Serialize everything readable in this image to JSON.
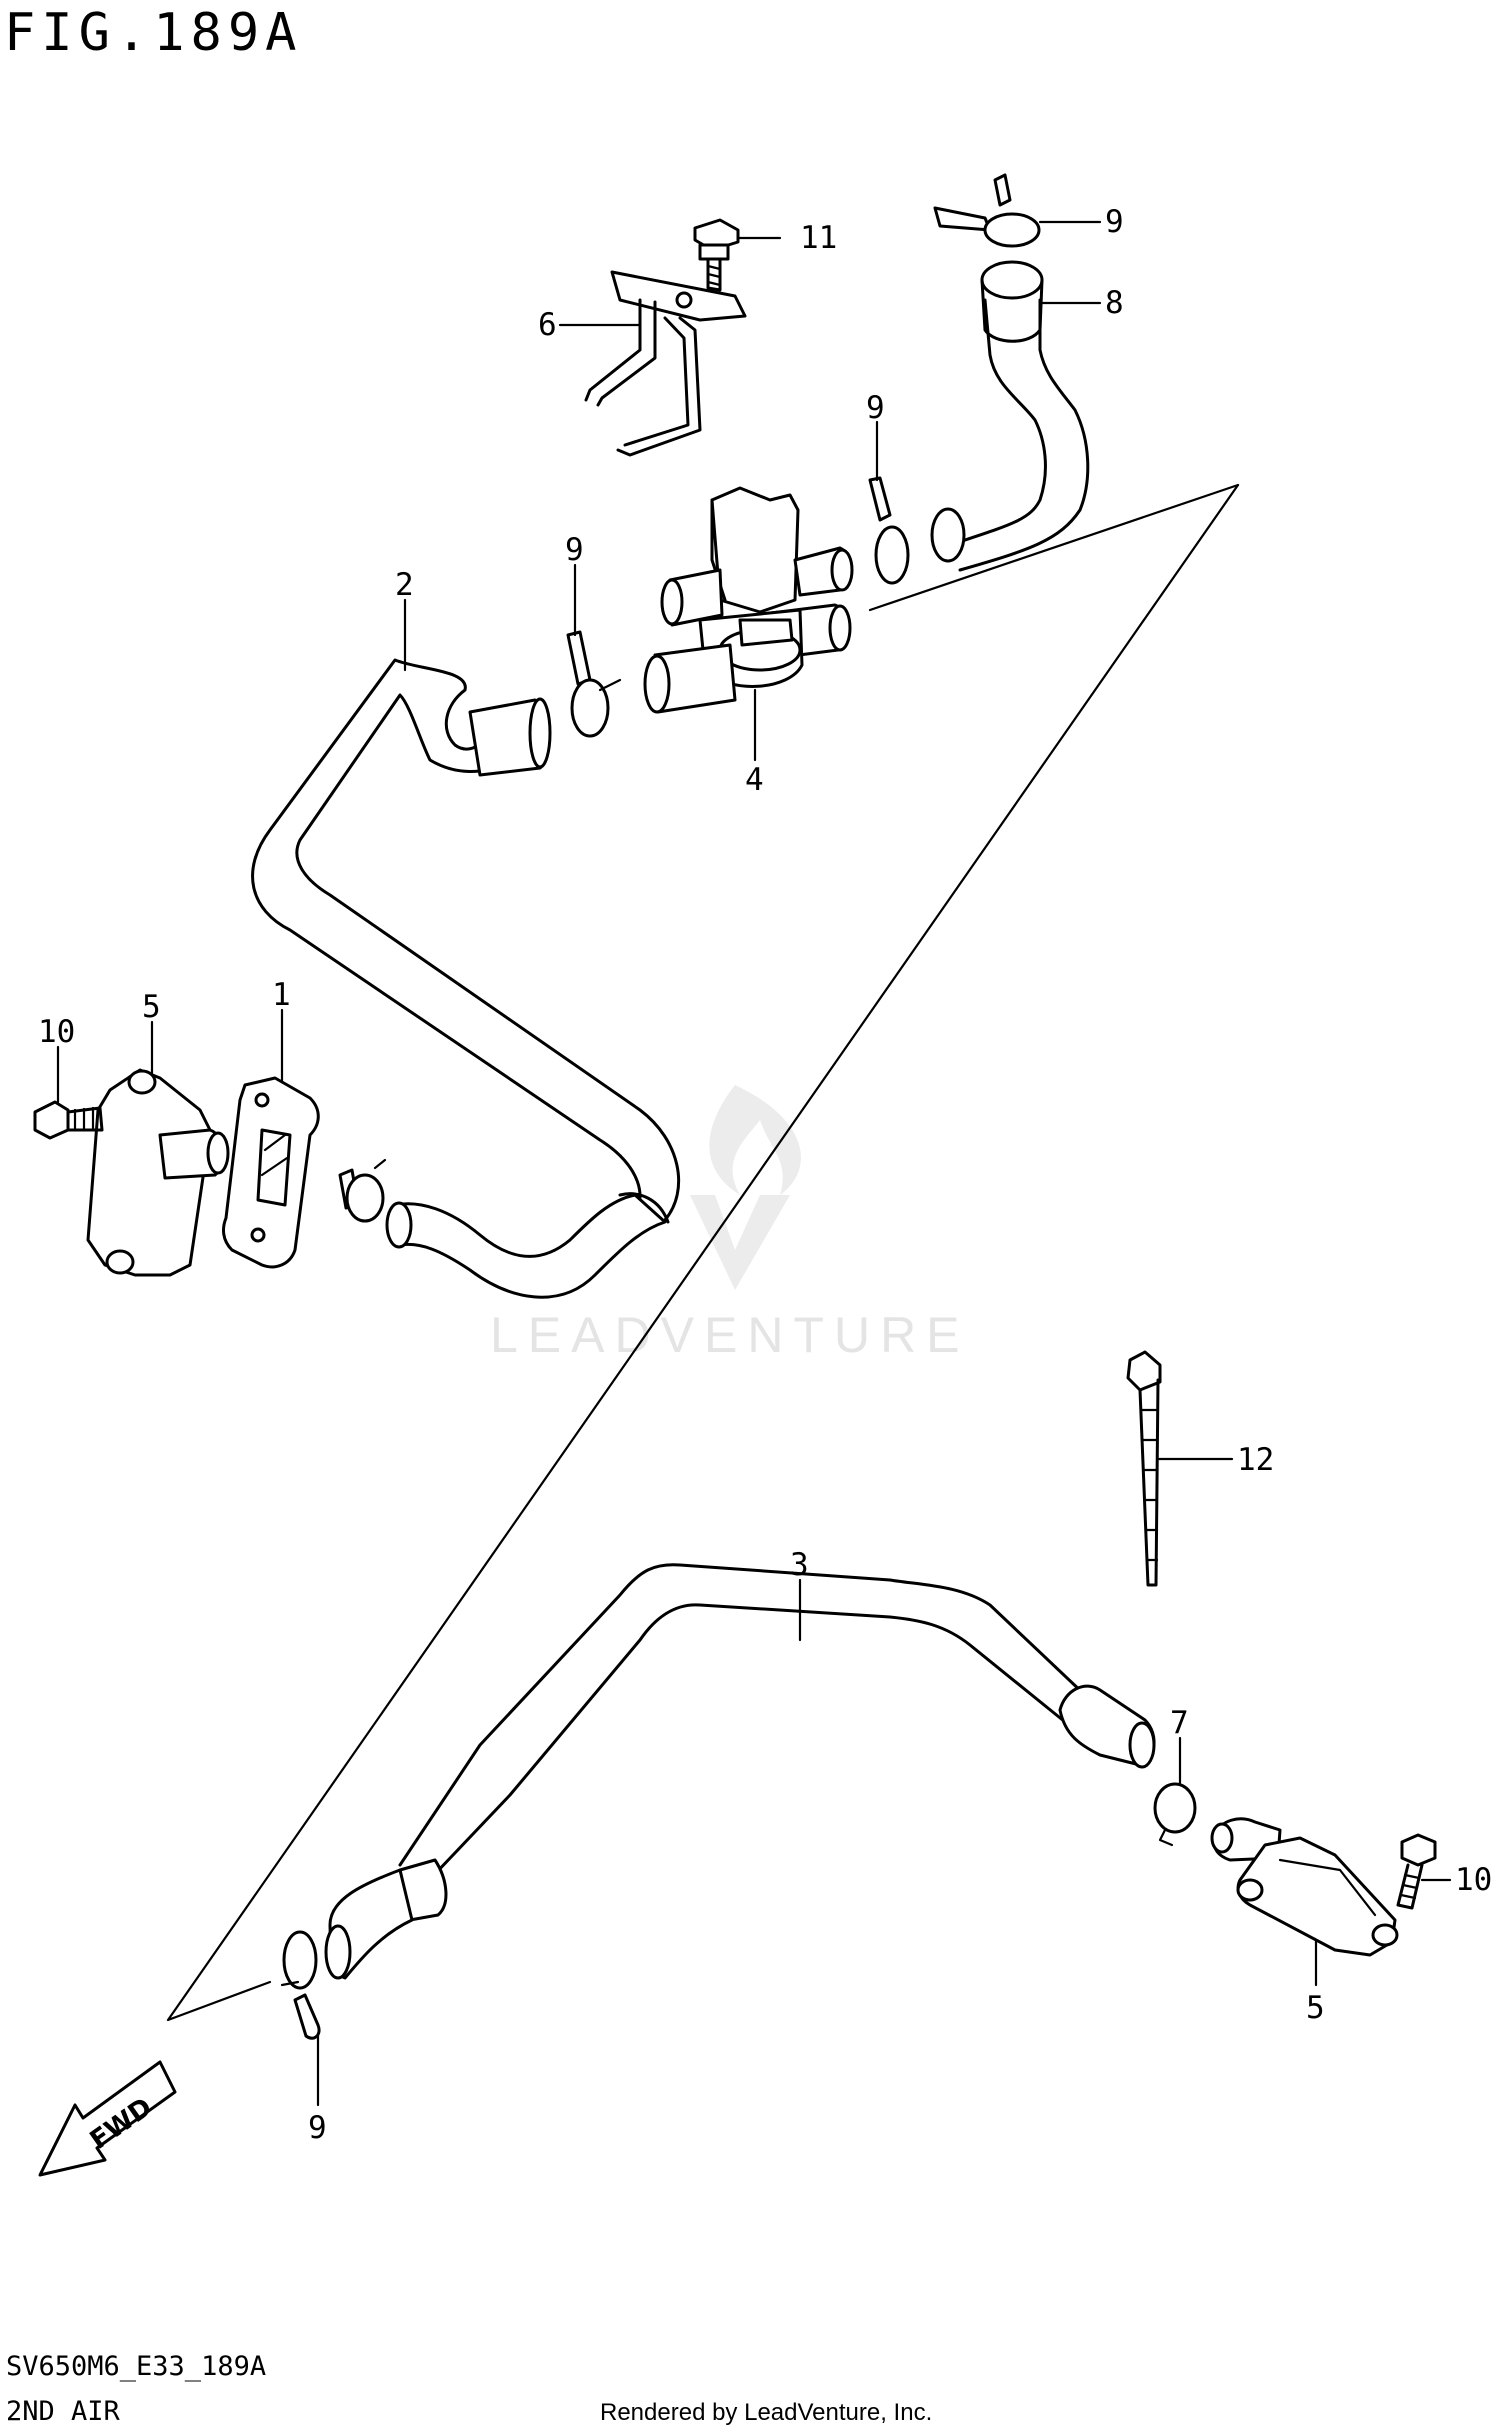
{
  "figure": {
    "title": "FIG.189A",
    "model_code": "SV650M6_E33_189A",
    "section_name": "2ND AIR",
    "rendered_by": "Rendered by LeadVenture, Inc.",
    "watermark": "LEADVENTURE",
    "direction_label": "FWD"
  },
  "callouts": [
    {
      "id": "c1",
      "label": "1"
    },
    {
      "id": "c2",
      "label": "2"
    },
    {
      "id": "c3",
      "label": "3"
    },
    {
      "id": "c4",
      "label": "4"
    },
    {
      "id": "c5a",
      "label": "5"
    },
    {
      "id": "c5b",
      "label": "5"
    },
    {
      "id": "c6",
      "label": "6"
    },
    {
      "id": "c7",
      "label": "7"
    },
    {
      "id": "c8",
      "label": "8"
    },
    {
      "id": "c9a",
      "label": "9"
    },
    {
      "id": "c9b",
      "label": "9"
    },
    {
      "id": "c9c",
      "label": "9"
    },
    {
      "id": "c9d",
      "label": "9"
    },
    {
      "id": "c10a",
      "label": "10"
    },
    {
      "id": "c10b",
      "label": "10"
    },
    {
      "id": "c11",
      "label": "11"
    },
    {
      "id": "c12",
      "label": "12"
    }
  ]
}
